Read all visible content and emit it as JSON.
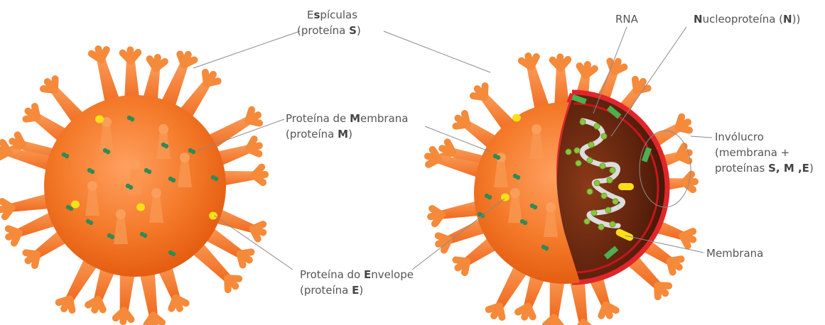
{
  "colors": {
    "virus_body": "#f26a1b",
    "spike": "#f58a3a",
    "protein_m": "#2e8b57",
    "protein_e": "#f7e017",
    "rna": "#dcdcdc",
    "nucleoprotein": "#8cc63f",
    "membrane": "#e0262b",
    "interior": "#6e2a12"
  },
  "labels": {
    "spiculas": {
      "line1": [
        {
          "t": "E",
          "b": false
        },
        {
          "t": "s",
          "b": true
        },
        {
          "t": "pículas",
          "b": false
        }
      ],
      "line2": [
        {
          "t": "(proteína ",
          "b": false
        },
        {
          "t": "S",
          "b": true
        },
        {
          "t": ")",
          "b": false
        }
      ]
    },
    "membrana_m": {
      "line1": [
        {
          "t": "Proteína de ",
          "b": false
        },
        {
          "t": "M",
          "b": true
        },
        {
          "t": "embrana",
          "b": false
        }
      ],
      "line2": [
        {
          "t": "(proteína ",
          "b": false
        },
        {
          "t": "M",
          "b": true
        },
        {
          "t": ")",
          "b": false
        }
      ]
    },
    "envelope_e": {
      "line1": [
        {
          "t": "Proteína do ",
          "b": false
        },
        {
          "t": "E",
          "b": true
        },
        {
          "t": "nvelope",
          "b": false
        }
      ],
      "line2": [
        {
          "t": "(proteína ",
          "b": false
        },
        {
          "t": "E",
          "b": true
        },
        {
          "t": ")",
          "b": false
        }
      ]
    },
    "rna": {
      "line1": [
        {
          "t": "RNA",
          "b": false
        }
      ]
    },
    "nucleoproteina": {
      "line1": [
        {
          "t": "N",
          "b": true
        },
        {
          "t": "ucleoproteína (",
          "b": false
        },
        {
          "t": "N",
          "b": true
        },
        {
          "t": "))",
          "b": false
        }
      ]
    },
    "involucro": {
      "line1": [
        {
          "t": "Invólucro",
          "b": false
        }
      ],
      "line2": [
        {
          "t": "(membrana +",
          "b": false
        }
      ],
      "line3": [
        {
          "t": "proteínas ",
          "b": false
        },
        {
          "t": "S, M ,E",
          "b": true
        },
        {
          "t": ")",
          "b": false
        }
      ]
    },
    "membrana": {
      "line1": [
        {
          "t": "Membrana",
          "b": false
        }
      ]
    }
  }
}
